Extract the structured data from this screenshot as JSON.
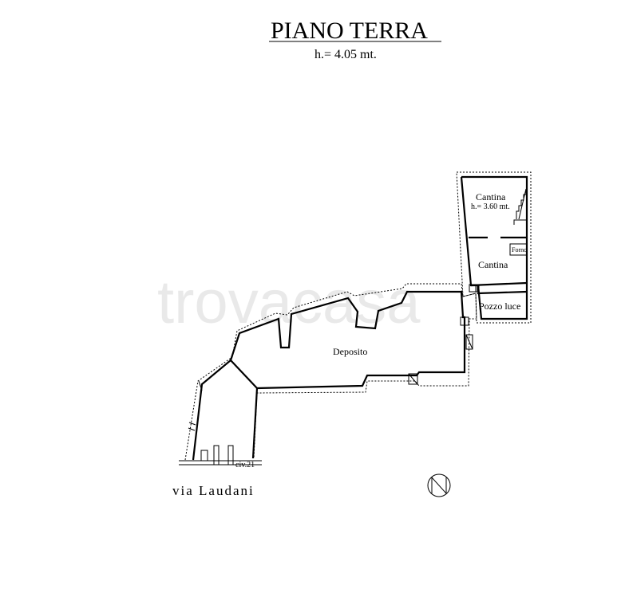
{
  "plan": {
    "title": "PIANO TERRA",
    "height_note": "h.= 4.05 mt.",
    "watermark": "trovacasa"
  },
  "rooms": {
    "deposito": "Deposito",
    "cantina_upper": "Cantina",
    "cantina_upper_height": "h.= 3.60 mt.",
    "forno": "Forno",
    "cantina_lower": "Cantina",
    "pozzo_luce": "Pozzo luce"
  },
  "street": {
    "name": "via Laudani",
    "civic_number": "civ.21"
  },
  "compass": {
    "icon": "north-arrow-icon",
    "letter": "N"
  },
  "colors": {
    "line": "#000000",
    "watermark": "#d8d8d8",
    "background": "#ffffff"
  }
}
